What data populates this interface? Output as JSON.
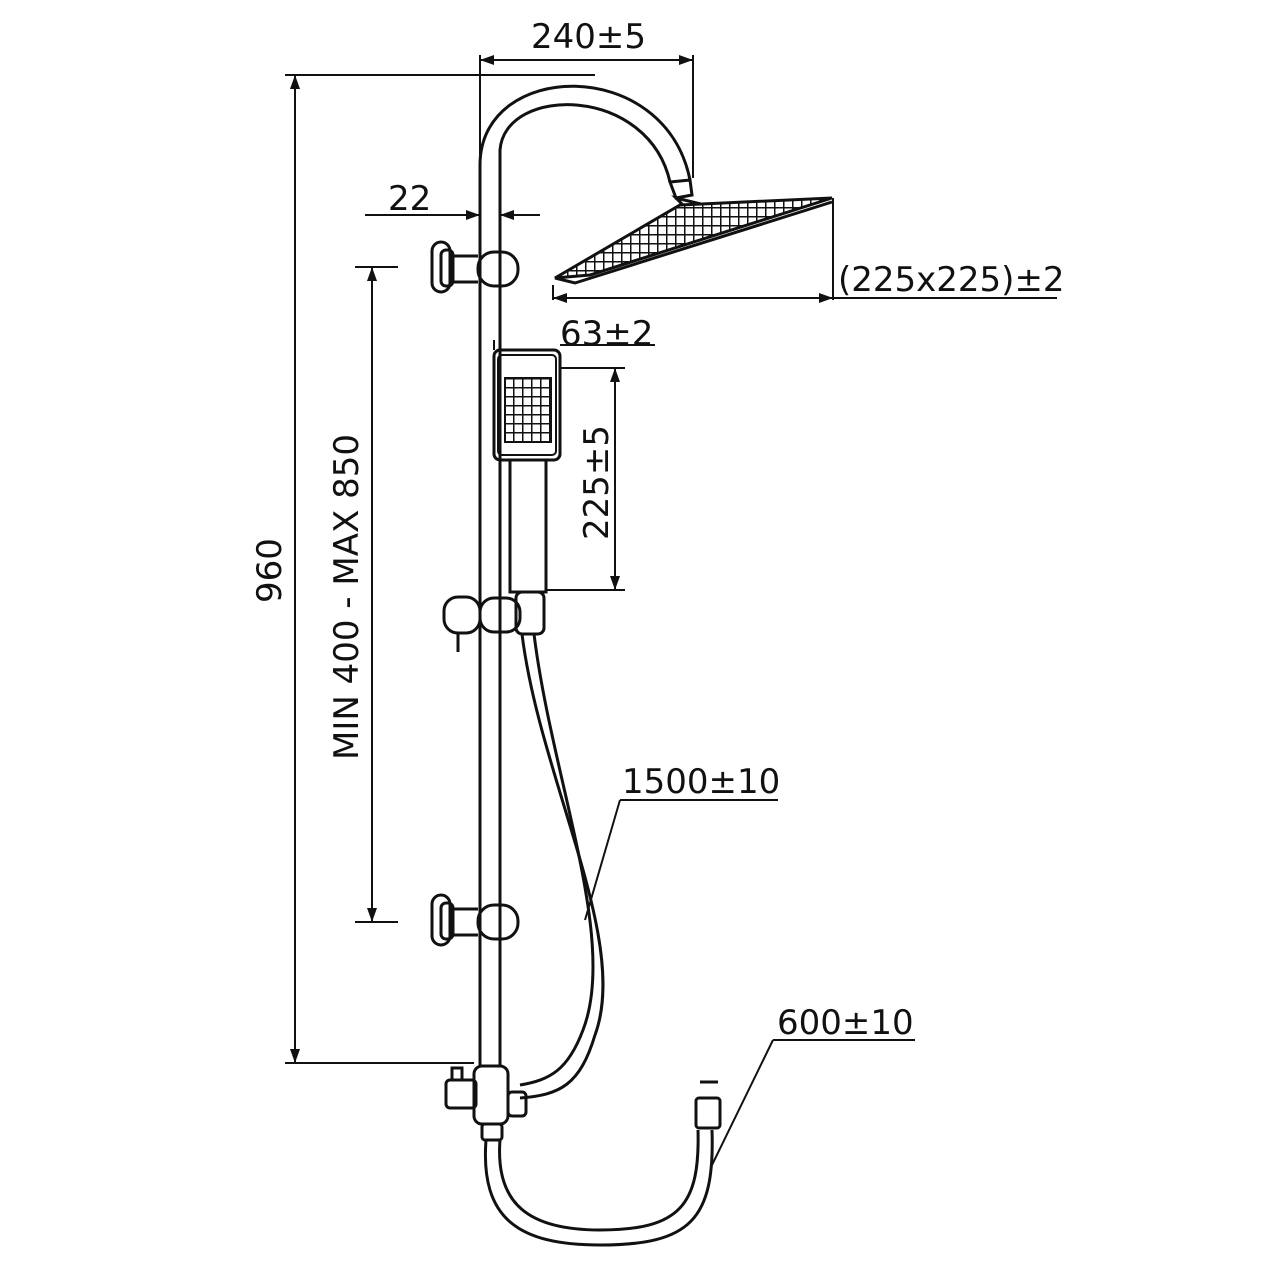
{
  "dimensions": {
    "arm_reach": "240±5",
    "rail_diameter": "22",
    "head_size": "(225x225)±2",
    "handset_width": "63±2",
    "handset_length": "225±5",
    "total_height": "960",
    "bracket_spacing": "MIN 400 - MAX 850",
    "hose_length": "1500±10",
    "supply_hose_length": "600±10"
  },
  "colors": {
    "line": "#111111",
    "background": "#ffffff"
  }
}
